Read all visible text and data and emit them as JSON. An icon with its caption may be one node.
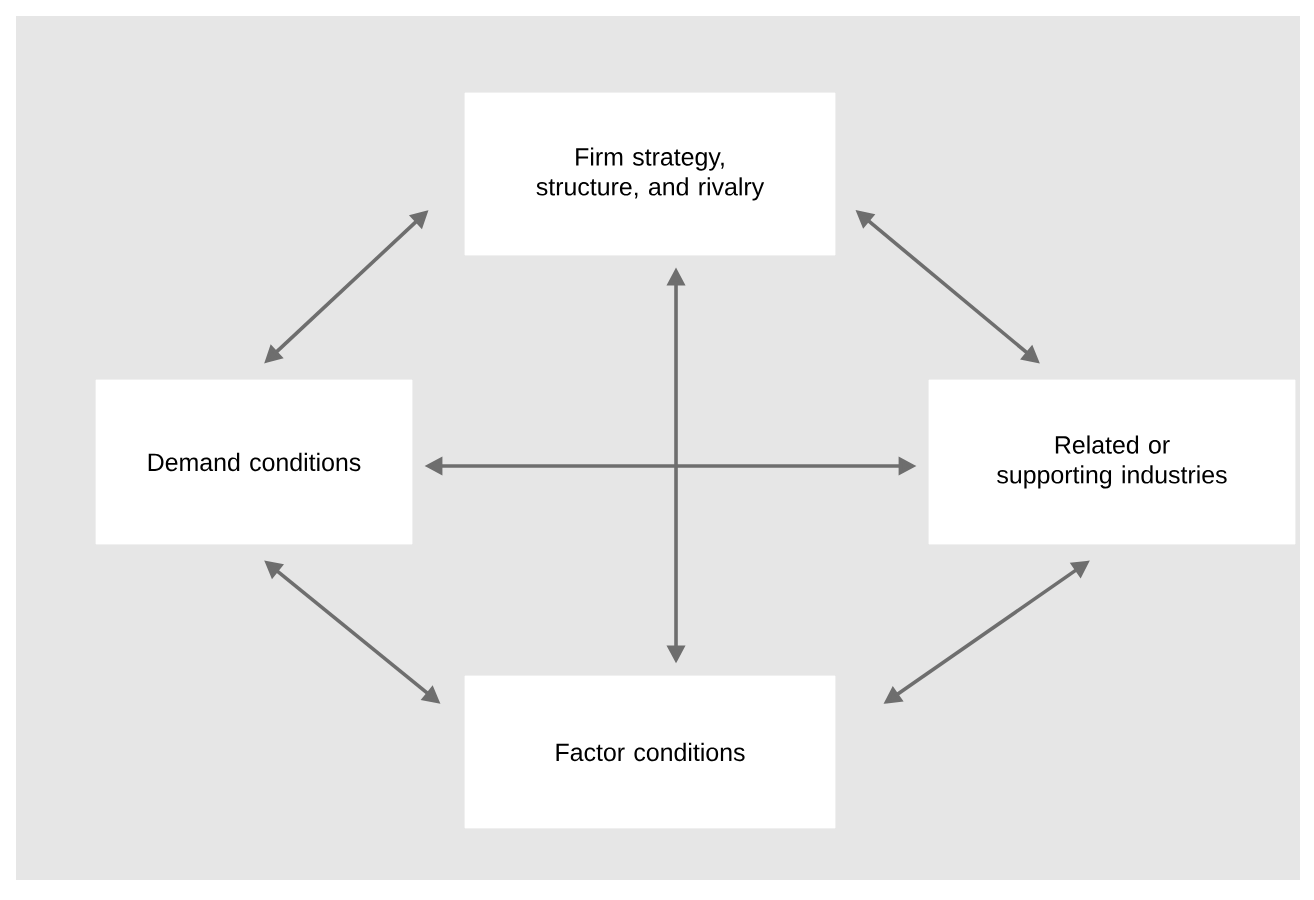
{
  "diagram": {
    "nodes": [
      {
        "text": [
          "Firm strategy, structure, and rivalry"
        ]
      },
      {
        "text": [
          "Demand conditions"
        ]
      },
      {
        "text": [
          "Related or supporting industries"
        ]
      },
      {
        "text": [
          "Factor conditions"
        ]
      }
    ],
    "edges": [
      {
        "from": 0,
        "to": 1,
        "arrow": "both"
      },
      {
        "from": 0,
        "to": 2,
        "arrow": "both"
      },
      {
        "from": 0,
        "to": 3,
        "arrow": "both"
      },
      {
        "from": 1,
        "to": 2,
        "arrow": "both"
      },
      {
        "from": 1,
        "to": 3,
        "arrow": "both"
      },
      {
        "from": 2,
        "to": 3,
        "arrow": "both"
      }
    ]
  }
}
